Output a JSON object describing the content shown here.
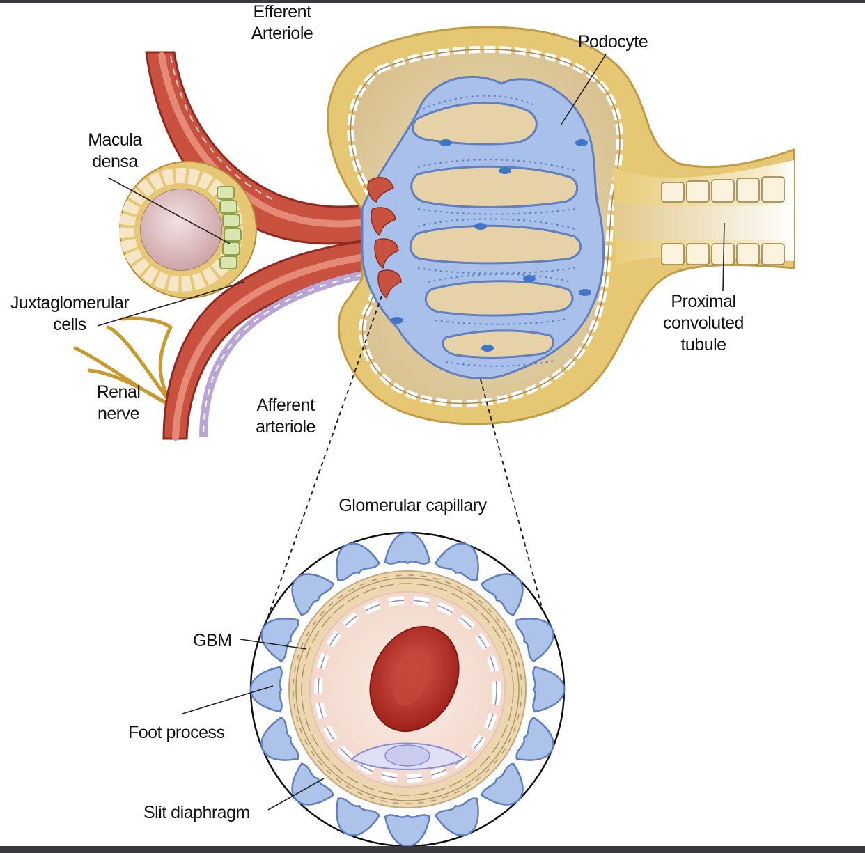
{
  "labels": {
    "efferent_arteriole": [
      "Efferent",
      "Arteriole"
    ],
    "podocyte": "Podocyte",
    "macula_densa": [
      "Macula",
      "densa"
    ],
    "juxtaglomerular_cells": [
      "Juxtaglomerular",
      "cells"
    ],
    "renal_nerve": [
      "Renal",
      "nerve"
    ],
    "afferent_arteriole": [
      "Afferent",
      "arteriole"
    ],
    "proximal_convoluted_tubule": [
      "Proximal",
      "convoluted",
      "tubule"
    ],
    "glomerular_capillary": "Glomerular capillary",
    "gbm": "GBM",
    "foot_process": "Foot process",
    "slit_diaphragm": "Slit diaphragm"
  },
  "colors": {
    "capsule": "#e6c774",
    "capsule_dark": "#c9a24a",
    "arteriole": "#b8352c",
    "arteriole_light": "#d9725e",
    "podocyte": "#a9c0ea",
    "podocyte_outline": "#5f7fbf",
    "nerve": "#c99a2e",
    "blood_cell": "#b3231b"
  }
}
